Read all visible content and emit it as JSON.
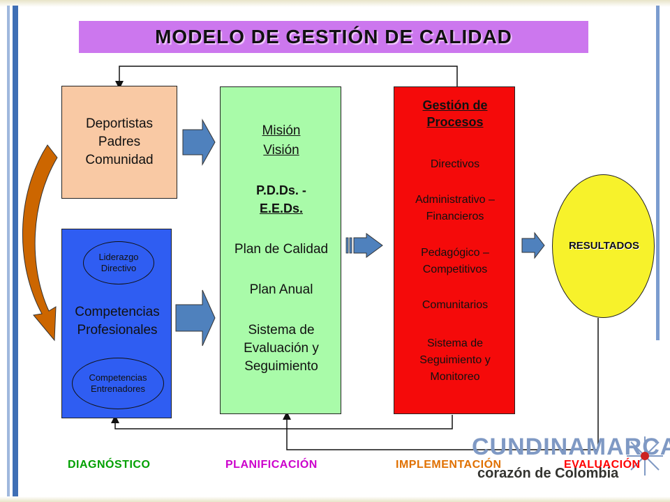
{
  "title": "MODELO DE GESTIÓN DE CALIDAD",
  "input_box": {
    "lines": [
      "Deportistas",
      "Padres",
      "Comunidad"
    ]
  },
  "competencies_box": {
    "top_oval": [
      "Liderazgo",
      "Directivo"
    ],
    "main": [
      "Competencias",
      "Profesionales"
    ],
    "bottom_oval": [
      "Competencias",
      "Entrenadores"
    ]
  },
  "planning_box": {
    "mision": "Misión",
    "vision": "Visión",
    "pdds": "P.D.Ds. -",
    "eeds": "E.E.Ds.",
    "plan_calidad": "Plan de Calidad",
    "plan_anual": "Plan Anual",
    "sistema": [
      "Sistema de",
      "Evaluación y",
      "Seguimiento"
    ]
  },
  "process_box": {
    "heading": [
      "Gestión de",
      "Procesos"
    ],
    "directivos": "Directivos",
    "administrativo": [
      "Administrativo –",
      "Financieros"
    ],
    "pedagogico": [
      "Pedagógico –",
      "Competitivos"
    ],
    "comunitarios": "Comunitarios",
    "sistema": [
      "Sistema de",
      "Seguimiento y",
      "Monitoreo"
    ]
  },
  "results": {
    "label": "RESULTADOS"
  },
  "phases": [
    {
      "label": "DIAGNÓSTICO",
      "color": "#00a000"
    },
    {
      "label": "PLANIFICACIÓN",
      "color": "#cc00cc"
    },
    {
      "label": "IMPLEMENTACIÓN",
      "color": "#e07000"
    },
    {
      "label": "EVALUACIÓN",
      "color": "#ff0000"
    }
  ],
  "logo": {
    "name": "CUNDINAMARCA",
    "tagline": "corazón de Colombia"
  },
  "colors": {
    "title_bg": "#cc77ee",
    "input_box": "#f9c9a4",
    "competencies_box": "#2f5df2",
    "planning_box": "#a9fba9",
    "process_box": "#f50a0a",
    "results": "#f7f22b",
    "arrows": "#4f81bd",
    "curved_arrow": "#cc6600"
  }
}
